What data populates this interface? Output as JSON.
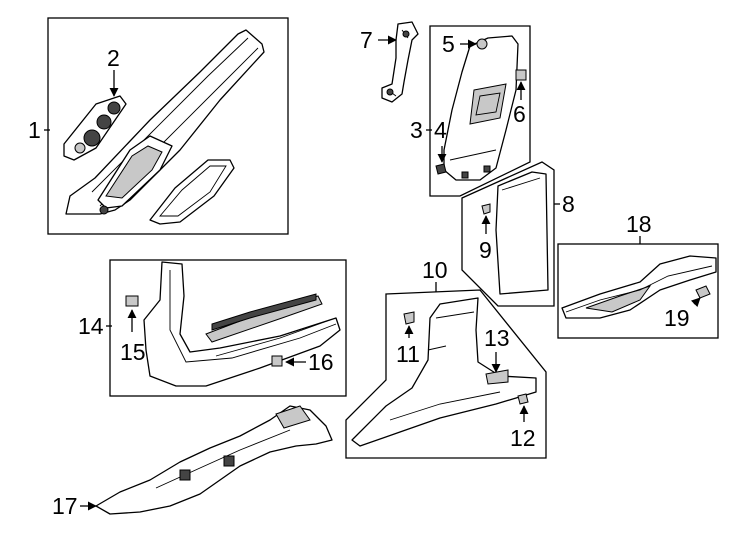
{
  "callouts": {
    "c1": "1",
    "c2": "2",
    "c3": "3",
    "c4": "4",
    "c5": "5",
    "c6": "6",
    "c7": "7",
    "c8": "8",
    "c9": "9",
    "c10": "10",
    "c11": "11",
    "c12": "12",
    "c13": "13",
    "c14": "14",
    "c15": "15",
    "c16": "16",
    "c17": "17",
    "c18": "18",
    "c19": "19"
  }
}
